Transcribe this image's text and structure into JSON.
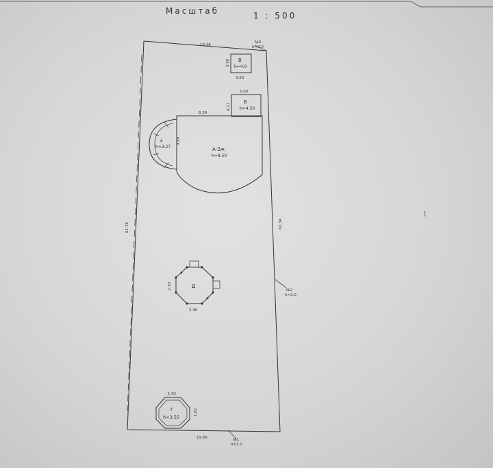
{
  "title": "Масштаб",
  "scale": "1 : 500",
  "plot": {
    "top_dimension": "19.38",
    "bottom_dimension": "19.89",
    "left_dimension": "61.78",
    "right_dimension": "60.34"
  },
  "corner_points": [
    {
      "id": "point-1",
      "label": "№1",
      "height": "h=2.0"
    },
    {
      "id": "point-2",
      "label": "№2",
      "height": "h=2.0"
    },
    {
      "id": "point-3",
      "label": "№3",
      "height": "h=2.0"
    }
  ],
  "buildings": {
    "main_house": {
      "letter": "А-2ж",
      "height": "h=8.50",
      "width": "8.39",
      "depth": "9.80"
    },
    "porch_a": {
      "letter": "а",
      "height": "h=3.27"
    },
    "annex_b": {
      "letter": "Б",
      "height": "h=4.50",
      "width": "5.00",
      "depth": "4.27"
    },
    "shed_v": {
      "letter": "В",
      "height": "h=4.0",
      "width": "3.83",
      "depth": "3.90"
    },
    "gazebo_d": {
      "letter": "Д",
      "width": "2.30",
      "depth": "2.30"
    },
    "kiosk_g": {
      "letter": "Г",
      "height": "h=3.55",
      "width": "1.92",
      "depth": "1.82"
    }
  }
}
